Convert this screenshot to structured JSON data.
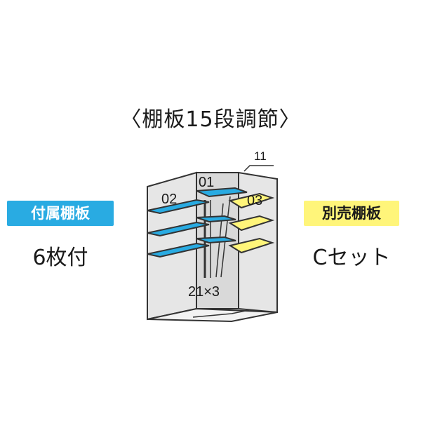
{
  "title": "〈棚板15段調節〉",
  "included": {
    "label": "付属棚板",
    "count": "6枚付"
  },
  "sold_separately": {
    "label": "別売棚板",
    "count": "Cセット"
  },
  "diagram": {
    "labels": {
      "top_right": "11",
      "left_shelf": "02",
      "center_shelf": "01",
      "right_shelf": "03",
      "bottom": "21×3"
    },
    "colors": {
      "included_shelf": "#29abe2",
      "optional_shelf": "#fff57a",
      "body": "#e6e6e6",
      "outline": "#333333"
    }
  }
}
